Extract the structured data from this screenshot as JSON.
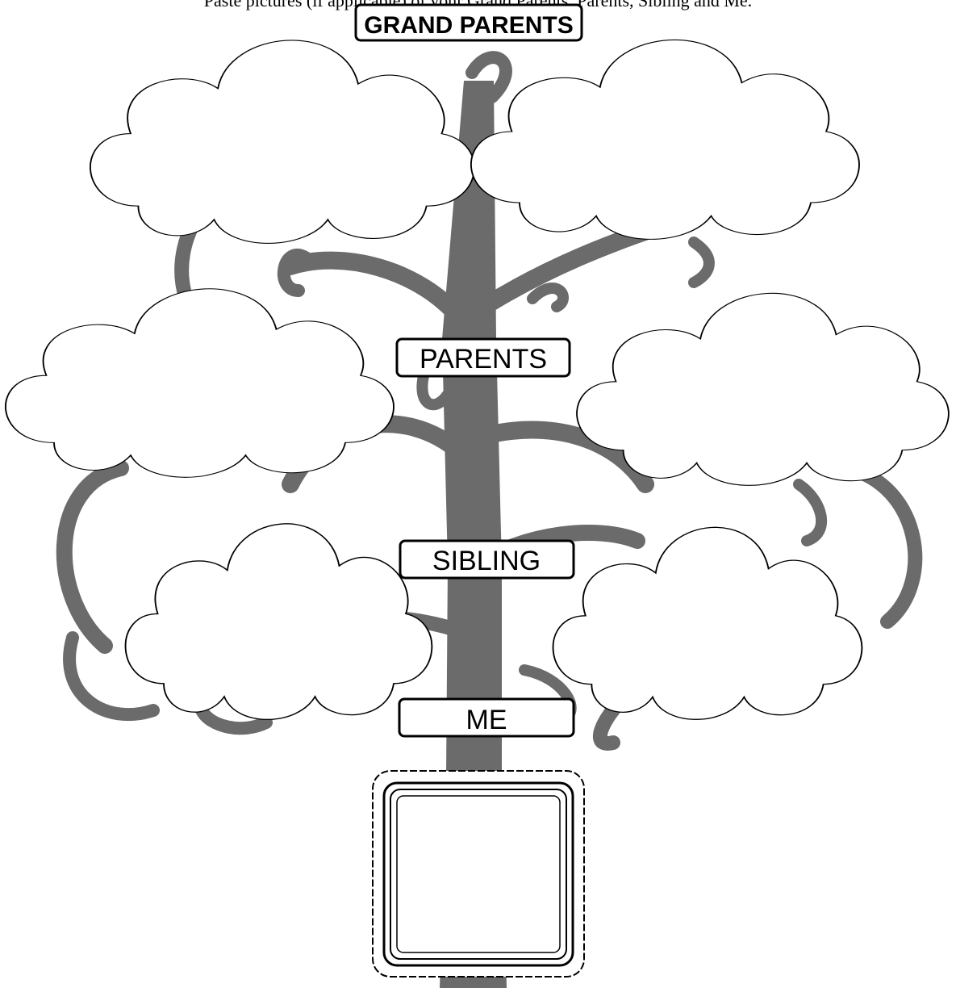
{
  "instruction": "Paste pictures (if applicable) of your Grand Parents, Parents, Sibling and Me.",
  "labels": {
    "grand_parents": "GRAND PARENTS",
    "parents": "PARENTS",
    "sibling": "SIBLING",
    "me": "ME"
  },
  "colors": {
    "tree": "#6b6b6b",
    "outline": "#000000",
    "fill": "#ffffff"
  }
}
